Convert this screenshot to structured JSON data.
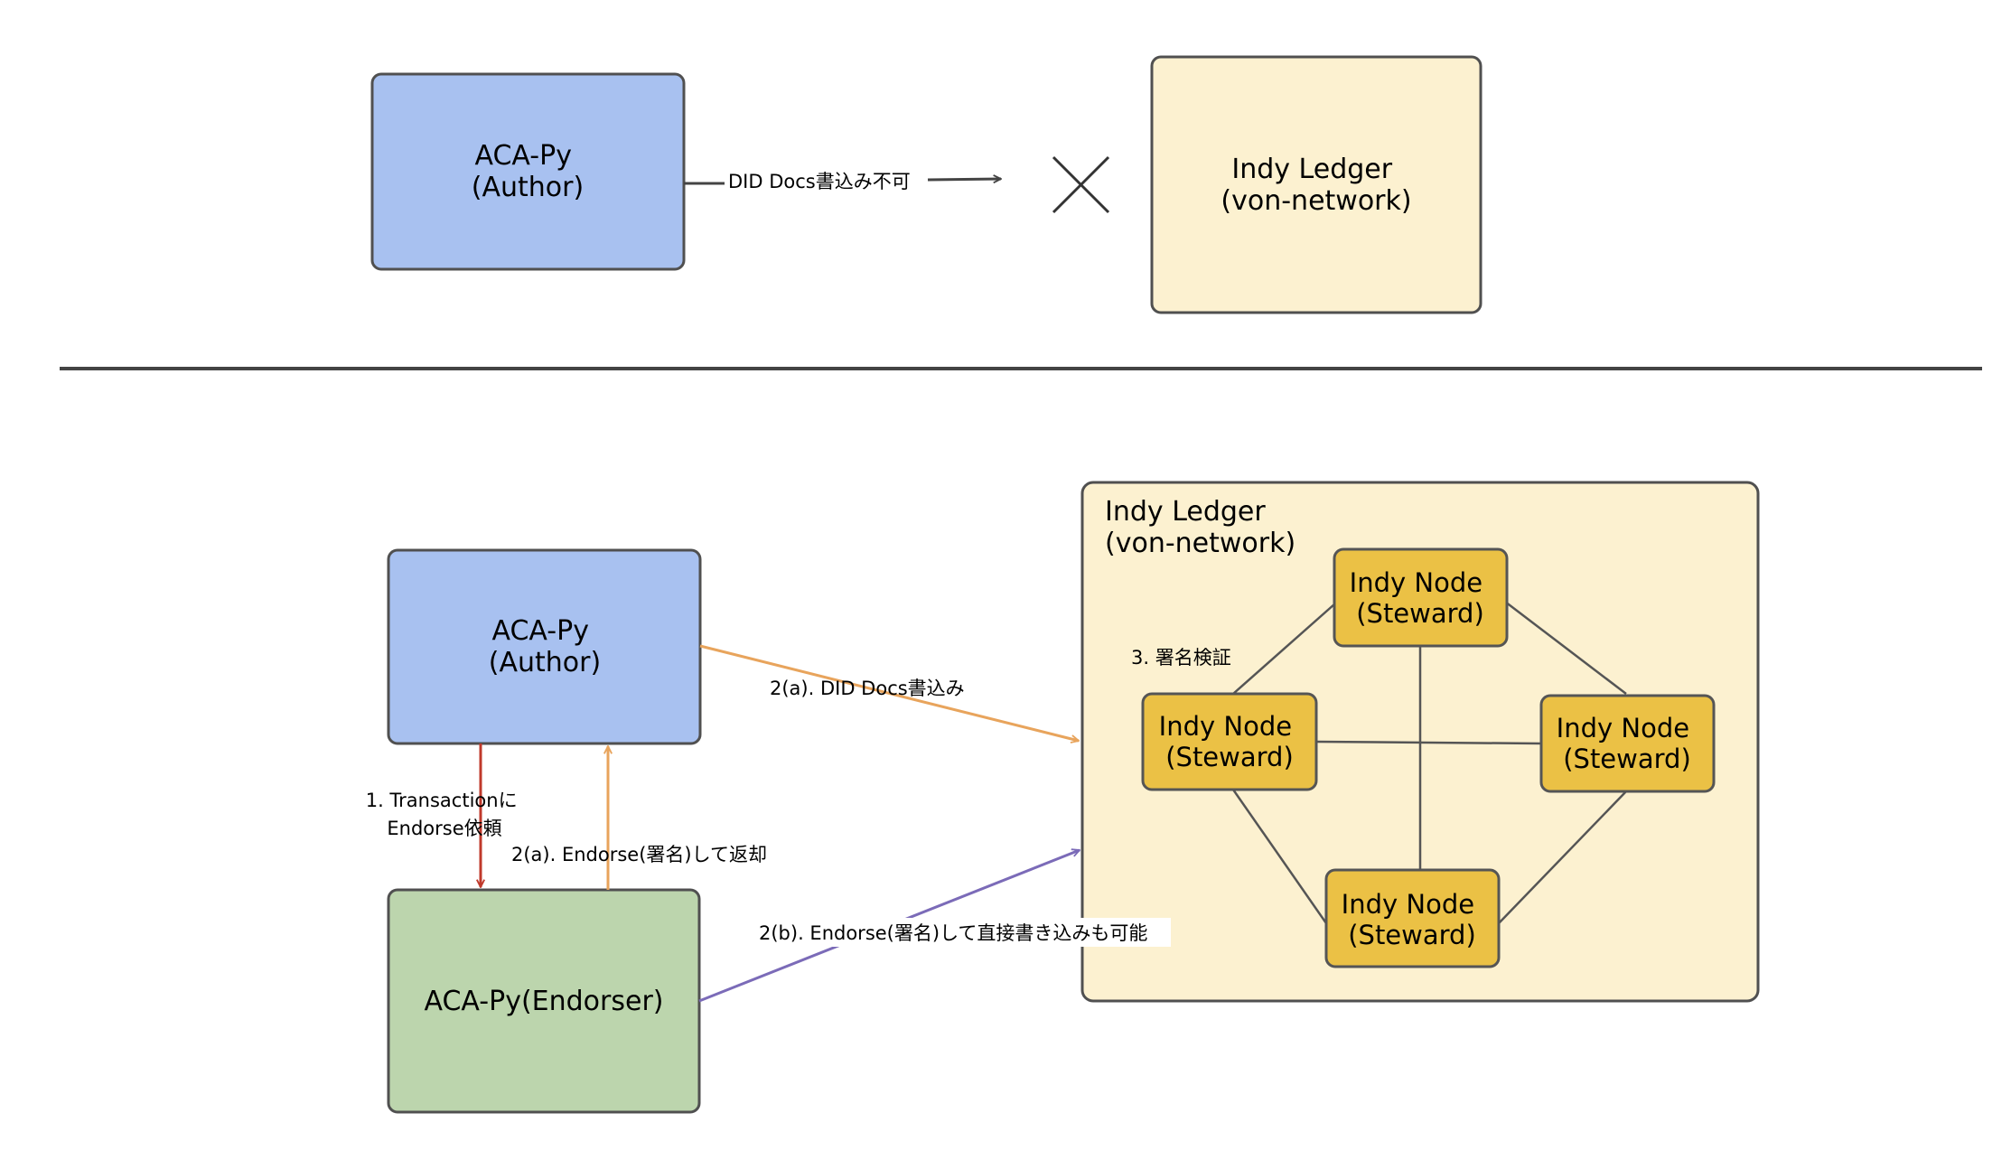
{
  "top": {
    "author_box": {
      "line1": "ACA-Py",
      "line2": "(Author)",
      "color": "#a8c1f0"
    },
    "ledger_box": {
      "line1": "Indy Ledger",
      "line2": "(von-network)",
      "color": "#fcf1d0"
    },
    "edge_label": "DID Docs書込み不可",
    "blocked_mark_icon": "cross-icon"
  },
  "bottom": {
    "author_box": {
      "line1": "ACA-Py",
      "line2": "(Author)",
      "color": "#a8c1f0"
    },
    "endorser_box": {
      "label": "ACA-Py(Endorser)",
      "color": "#bcd5ad"
    },
    "ledger": {
      "line1": "Indy Ledger",
      "line2": "(von-network)",
      "color": "#fcf1d0",
      "nodes": [
        {
          "line1": "Indy Node",
          "line2": "(Steward)"
        },
        {
          "line1": "Indy Node",
          "line2": "(Steward)"
        },
        {
          "line1": "Indy Node",
          "line2": "(Steward)"
        },
        {
          "line1": "Indy Node",
          "line2": "(Steward)"
        }
      ],
      "node_color": "#ebc145",
      "verify_label": "3. 署名検証"
    },
    "edges": {
      "request": {
        "line1": "1. Transactionに",
        "line2": "Endorse依頼",
        "color": "#c0392b"
      },
      "return": {
        "label": "2(a). Endorse(署名)して返却",
        "color": "#e8a45c"
      },
      "author_write": {
        "label": "2(a). DID Docs書込み",
        "color": "#e8a45c"
      },
      "endorser_write": {
        "label": "2(b). Endorse(署名)して直接書き込みも可能",
        "color": "#7b6bb8"
      }
    }
  }
}
